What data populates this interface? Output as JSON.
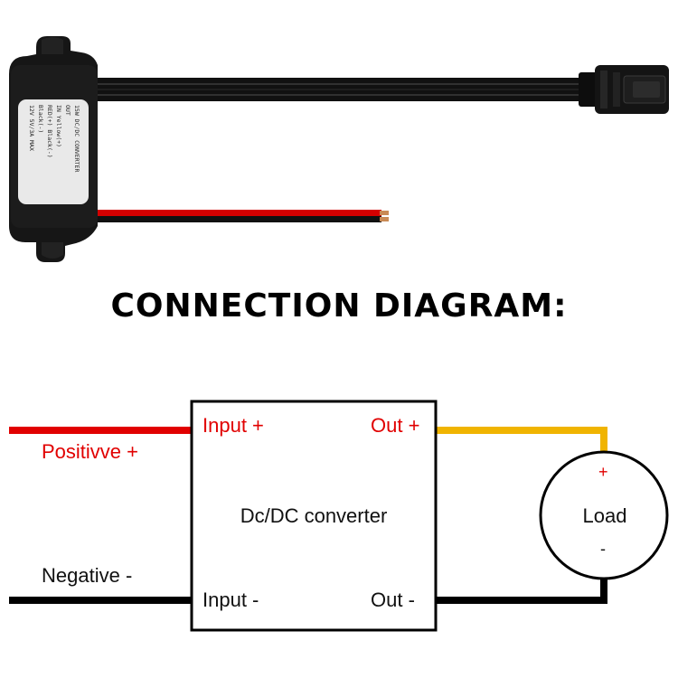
{
  "product_label": {
    "lines": [
      "15W DC/DC CONVERTER",
      "OUT",
      "IN         Yellow(+)",
      "RED(+)     Black(-)",
      "Black(-)",
      "12V    5V/3A  MAX"
    ]
  },
  "heading": "CONNECTION DIAGRAM:",
  "diagram": {
    "converter_label": "Dc/DC converter",
    "input_pos": "Input +",
    "input_neg": "Input -",
    "out_pos": "Out +",
    "out_neg": "Out -",
    "positive_wire": "Positivve +",
    "negative_wire": "Negative -",
    "load": {
      "label": "Load",
      "plus": "+",
      "minus": "-"
    },
    "colors": {
      "positive_wire": "#e10000",
      "output_wire": "#f0b400",
      "negative_wire": "#000000",
      "label_red": "#e10000"
    }
  }
}
